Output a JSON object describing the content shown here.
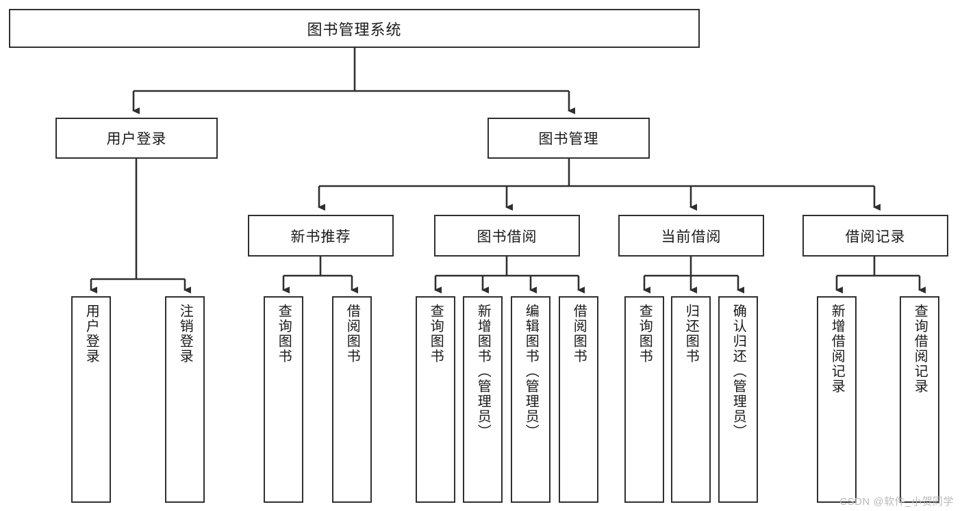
{
  "diagram": {
    "title": "图书管理系统",
    "type": "tree-hierarchy",
    "watermark": "CSDN @软件_小贺同学",
    "colors": {
      "stroke": "#2f2f2f",
      "fill": "#ffffff",
      "text": "#1a1a1a",
      "watermark": "#b9b9b9"
    },
    "root": {
      "label": "图书管理系统"
    },
    "level2": [
      {
        "label": "用户登录"
      },
      {
        "label": "图书管理"
      }
    ],
    "level3": [
      {
        "label": "新书推荐"
      },
      {
        "label": "图书借阅"
      },
      {
        "label": "当前借阅"
      },
      {
        "label": "借阅记录"
      }
    ],
    "leaves": {
      "user_login": [
        {
          "label": "用户登录"
        },
        {
          "label": "注销登录"
        }
      ],
      "new_book_recommend": [
        {
          "label": "查询图书"
        },
        {
          "label": "借阅图书"
        }
      ],
      "book_borrow": [
        {
          "label": "查询图书"
        },
        {
          "label": "新增图书（管理员）"
        },
        {
          "label": "编辑图书（管理员）"
        },
        {
          "label": "借阅图书"
        }
      ],
      "current_borrow": [
        {
          "label": "查询图书"
        },
        {
          "label": "归还图书"
        },
        {
          "label": "确认归还（管理员）"
        }
      ],
      "borrow_record": [
        {
          "label": "新增借阅记录"
        },
        {
          "label": "查询借阅记录"
        }
      ]
    }
  }
}
